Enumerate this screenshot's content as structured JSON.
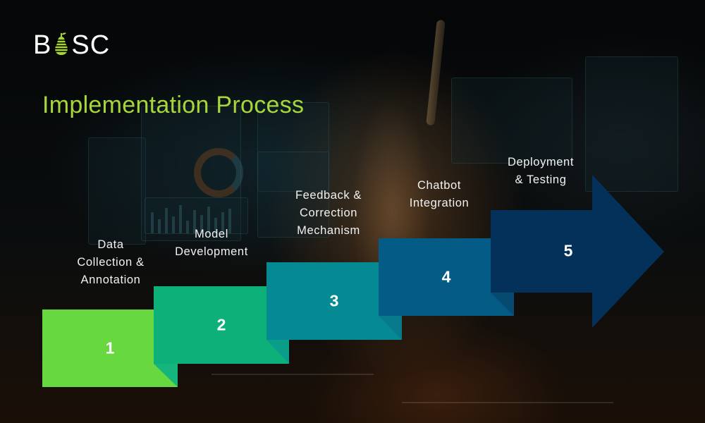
{
  "brand": {
    "logo_text_left": "B",
    "logo_text_right": "SC",
    "logo_icon": "pear-icon",
    "accent_color": "#a6d63a"
  },
  "header": {
    "title": "Implementation Process"
  },
  "steps": [
    {
      "number": "1",
      "label_lines": [
        "Data",
        "Collection &",
        "Annotation"
      ],
      "color": "#67d83f",
      "fold_color": "#15b57d"
    },
    {
      "number": "2",
      "label_lines": [
        "Model",
        "Development"
      ],
      "color": "#0db079",
      "fold_color": "#0a9e8a"
    },
    {
      "number": "3",
      "label_lines": [
        "Feedback &",
        "Correction",
        "Mechanism"
      ],
      "color": "#058a93",
      "fold_color": "#077a8c"
    },
    {
      "number": "4",
      "label_lines": [
        "Chatbot",
        "Integration"
      ],
      "color": "#045c86",
      "fold_color": "#064a72"
    },
    {
      "number": "5",
      "label_lines": [
        "Deployment",
        "& Testing"
      ],
      "color": "#04315a"
    }
  ]
}
